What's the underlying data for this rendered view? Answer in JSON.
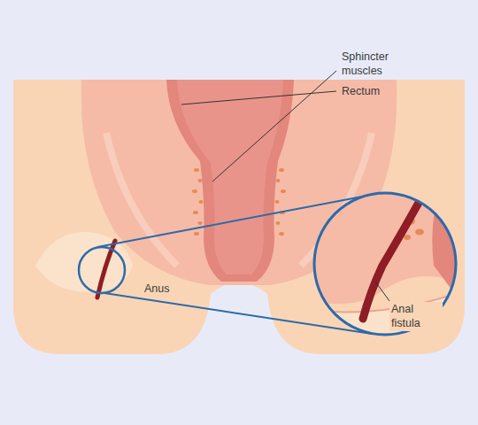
{
  "diagram": {
    "labels": [
      "Rectum",
      "Sphincter muscles",
      "Anus",
      "Anal fistula"
    ]
  }
}
